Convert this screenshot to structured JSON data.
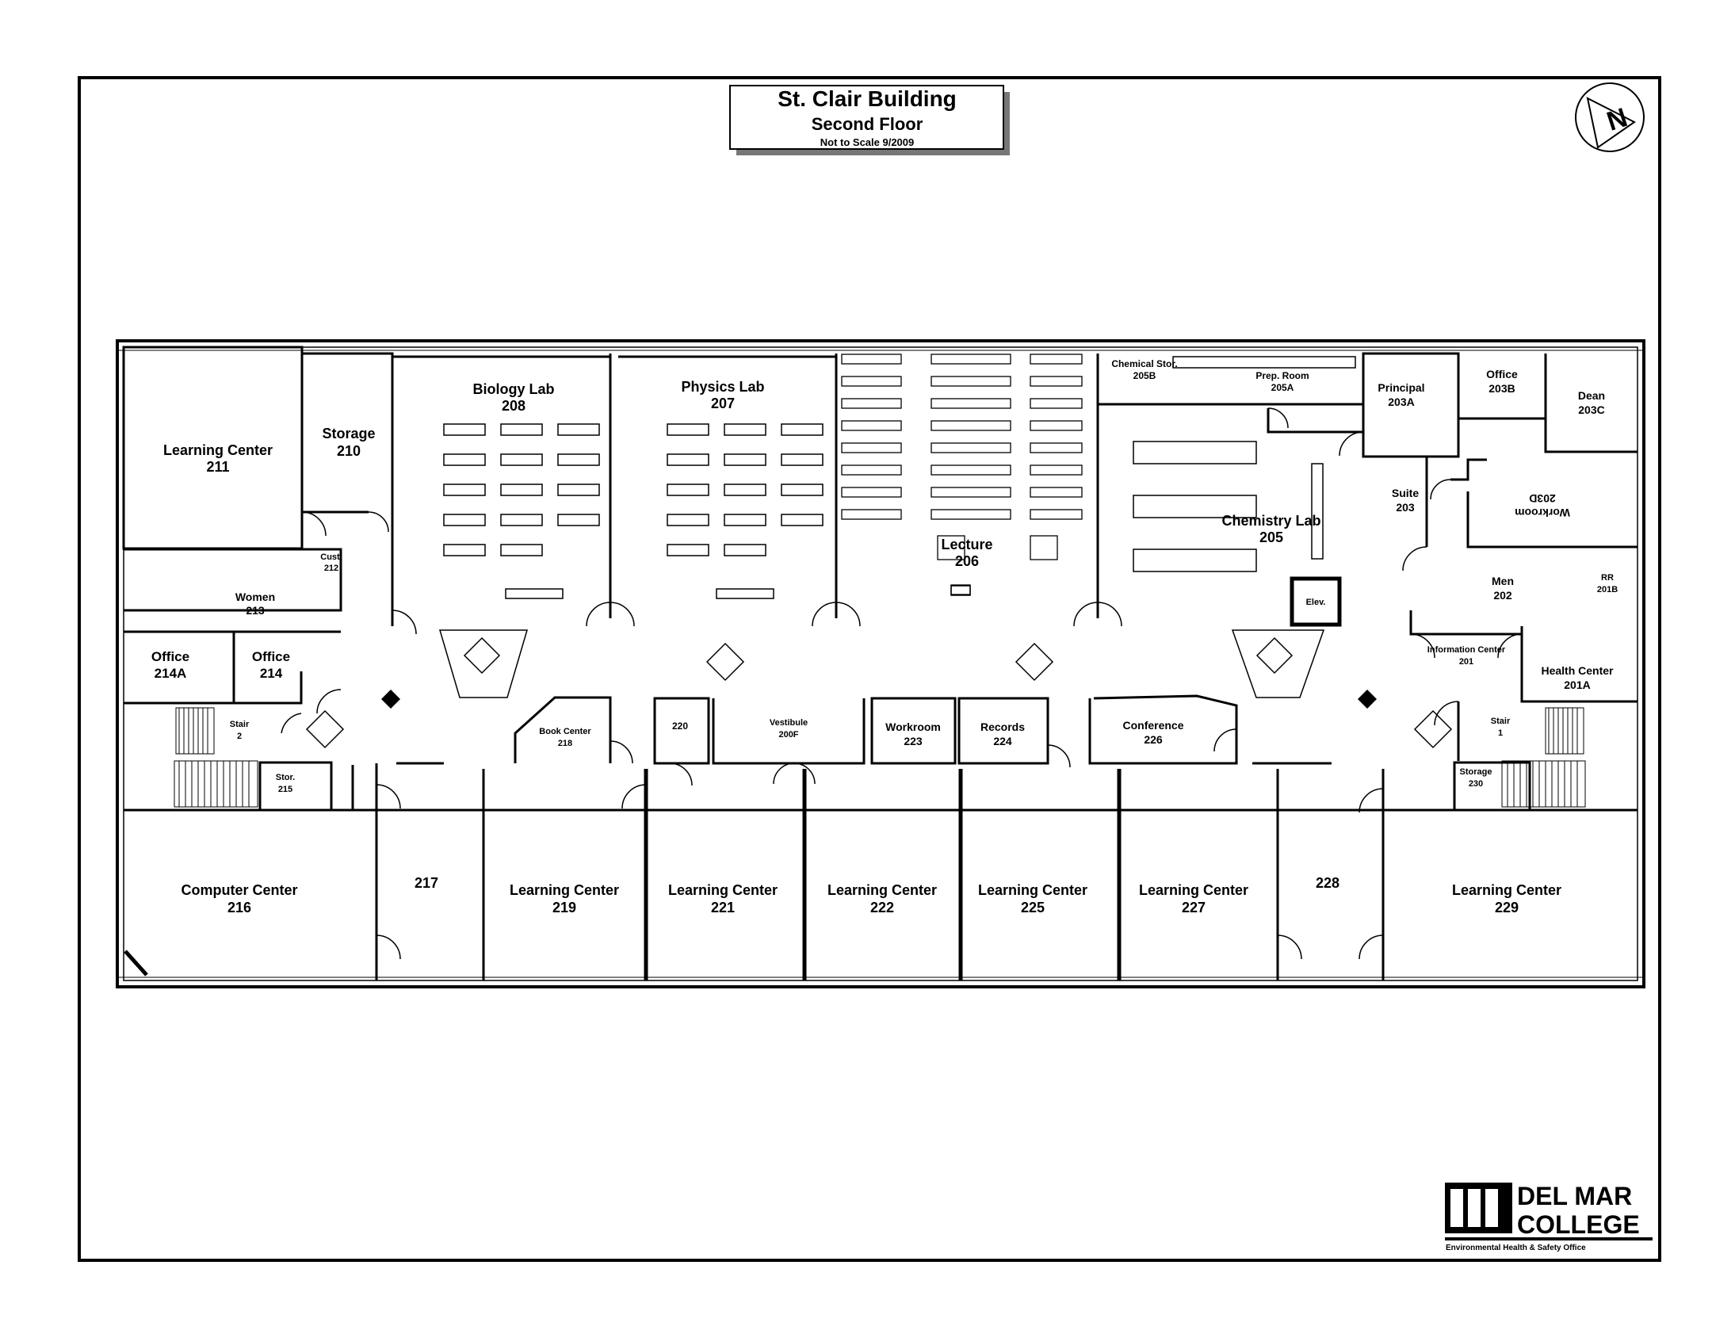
{
  "title_block": {
    "title": "St. Clair Building",
    "subtitle": "Second Floor",
    "note": "Not to Scale 9/2009"
  },
  "north_arrow": {
    "label": "N",
    "icon": "north-arrow-icon"
  },
  "logo": {
    "line1": "DEL MAR",
    "line2": "COLLEGE",
    "office": "Environmental Health & Safety Office"
  },
  "rooms": [
    {
      "id": "211",
      "name": "Learning Center",
      "number": "211"
    },
    {
      "id": "210",
      "name": "Storage",
      "number": "210"
    },
    {
      "id": "208",
      "name": "Biology Lab",
      "number": "208"
    },
    {
      "id": "207",
      "name": "Physics Lab",
      "number": "207"
    },
    {
      "id": "206",
      "name": "Lecture",
      "number": "206"
    },
    {
      "id": "205B",
      "name": "Chemical Stor.",
      "number": "205B"
    },
    {
      "id": "205A",
      "name": "Prep. Room",
      "number": "205A"
    },
    {
      "id": "205",
      "name": "Chemistry Lab",
      "number": "205"
    },
    {
      "id": "203A",
      "name": "Principal",
      "number": "203A"
    },
    {
      "id": "203B",
      "name": "Office",
      "number": "203B"
    },
    {
      "id": "203C",
      "name": "Dean",
      "number": "203C"
    },
    {
      "id": "203",
      "name": "Suite",
      "number": "203"
    },
    {
      "id": "203D",
      "name": "Workroom",
      "number": "203D"
    },
    {
      "id": "212",
      "name": "Cust.",
      "number": "212"
    },
    {
      "id": "213",
      "name": "Women",
      "number": "213"
    },
    {
      "id": "202",
      "name": "Men",
      "number": "202"
    },
    {
      "id": "201B",
      "name": "RR",
      "number": "201B"
    },
    {
      "id": "elev",
      "name": "Elev.",
      "number": ""
    },
    {
      "id": "214A",
      "name": "Office",
      "number": "214A"
    },
    {
      "id": "214",
      "name": "Office",
      "number": "214"
    },
    {
      "id": "201",
      "name": "Information Center",
      "number": "201"
    },
    {
      "id": "201A",
      "name": "Health Center",
      "number": "201A"
    },
    {
      "id": "stair2",
      "name": "Stair",
      "number": "2"
    },
    {
      "id": "stair1",
      "name": "Stair",
      "number": "1"
    },
    {
      "id": "215",
      "name": "Stor.",
      "number": "215"
    },
    {
      "id": "218",
      "name": "Book Center",
      "number": "218"
    },
    {
      "id": "220",
      "name": "",
      "number": "220"
    },
    {
      "id": "200F",
      "name": "Vestibule",
      "number": "200F"
    },
    {
      "id": "223",
      "name": "Workroom",
      "number": "223"
    },
    {
      "id": "224",
      "name": "Records",
      "number": "224"
    },
    {
      "id": "226",
      "name": "Conference",
      "number": "226"
    },
    {
      "id": "230",
      "name": "Storage",
      "number": "230"
    },
    {
      "id": "216",
      "name": "Computer Center",
      "number": "216"
    },
    {
      "id": "217",
      "name": "",
      "number": "217"
    },
    {
      "id": "219",
      "name": "Learning Center",
      "number": "219"
    },
    {
      "id": "221",
      "name": "Learning Center",
      "number": "221"
    },
    {
      "id": "222",
      "name": "Learning Center",
      "number": "222"
    },
    {
      "id": "225",
      "name": "Learning Center",
      "number": "225"
    },
    {
      "id": "227",
      "name": "Learning Center",
      "number": "227"
    },
    {
      "id": "228",
      "name": "",
      "number": "228"
    },
    {
      "id": "229",
      "name": "Learning Center",
      "number": "229"
    }
  ],
  "colors": {
    "ink": "#000000",
    "paper": "#ffffff",
    "hatch": "#444444"
  }
}
